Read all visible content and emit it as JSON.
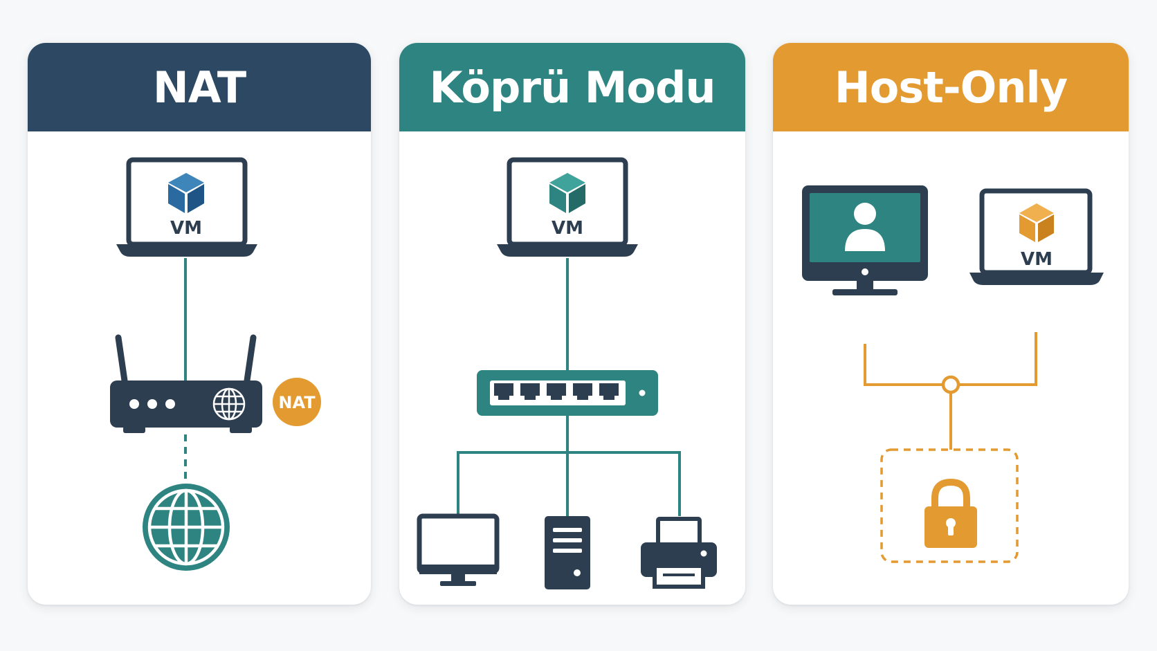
{
  "colors": {
    "navy": "#2d4862",
    "teal": "#2e8481",
    "orange": "#e39a31",
    "dark": "#2c3e50",
    "card": "#ffffff",
    "background": "#f7f8f9"
  },
  "panels": [
    {
      "id": "nat",
      "title": "NAT",
      "accent": "#2d4862",
      "vm_label": "VM",
      "badge_label": "NAT",
      "icons": [
        "laptop-icon",
        "vm-cube-icon",
        "router-icon",
        "globe-icon"
      ]
    },
    {
      "id": "bridge",
      "title": "Köprü Modu",
      "accent": "#2e8481",
      "vm_label": "VM",
      "icons": [
        "laptop-icon",
        "vm-cube-icon",
        "switch-icon",
        "monitor-icon",
        "server-icon",
        "printer-icon"
      ]
    },
    {
      "id": "host-only",
      "title": "Host-Only",
      "accent": "#e39a31",
      "vm_label": "VM",
      "icons": [
        "host-monitor-icon",
        "user-icon",
        "laptop-icon",
        "vm-cube-icon",
        "lock-icon"
      ]
    }
  ]
}
